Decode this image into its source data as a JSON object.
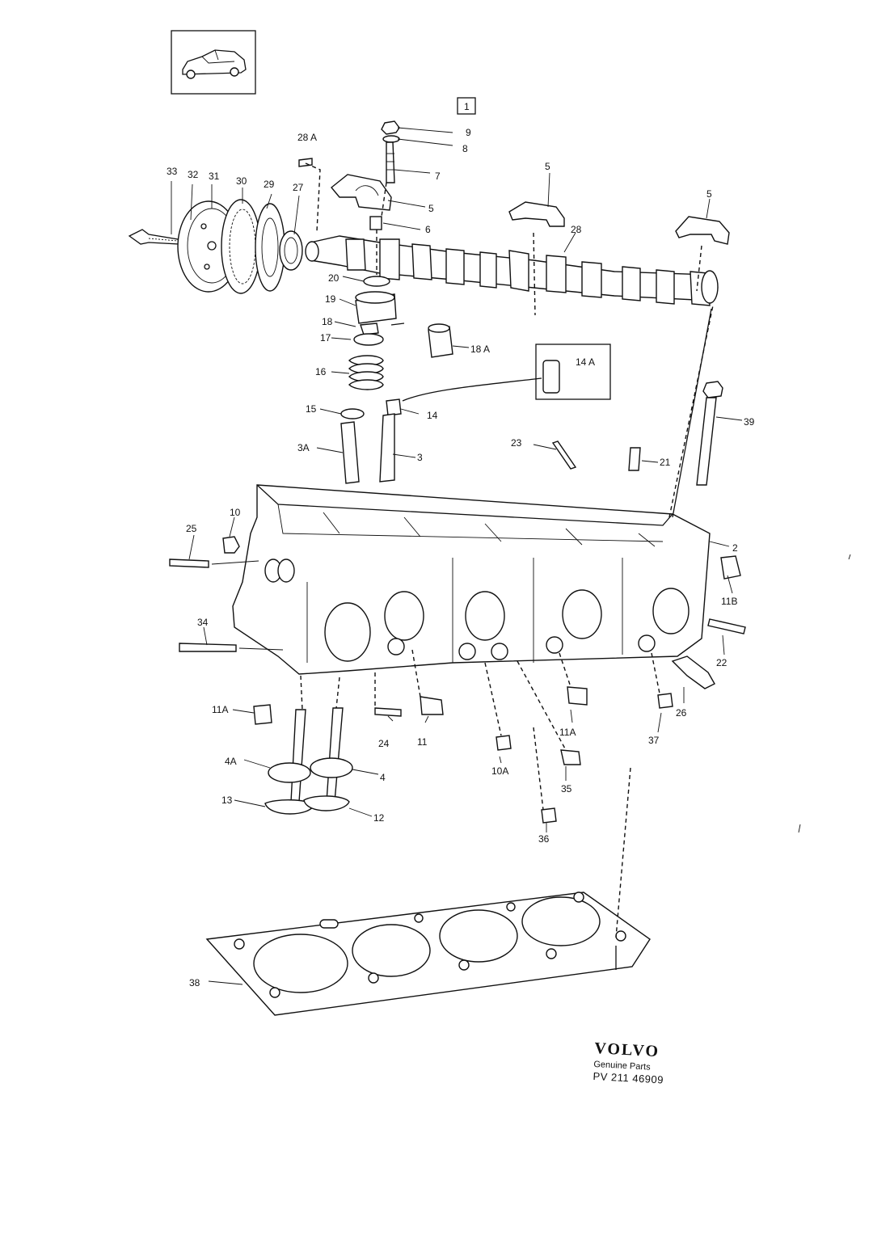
{
  "frame_label": "1",
  "inset_label": "14 A",
  "callouts": [
    {
      "id": "c-9",
      "text": "9"
    },
    {
      "id": "c-8",
      "text": "8"
    },
    {
      "id": "c-7",
      "text": "7"
    },
    {
      "id": "c-28A",
      "text": "28 A"
    },
    {
      "id": "c-33",
      "text": "33"
    },
    {
      "id": "c-32",
      "text": "32"
    },
    {
      "id": "c-31",
      "text": "31"
    },
    {
      "id": "c-30",
      "text": "30"
    },
    {
      "id": "c-29",
      "text": "29"
    },
    {
      "id": "c-27",
      "text": "27"
    },
    {
      "id": "c-5a",
      "text": "5"
    },
    {
      "id": "c-5b",
      "text": "5"
    },
    {
      "id": "c-5c",
      "text": "5"
    },
    {
      "id": "c-6",
      "text": "6"
    },
    {
      "id": "c-28",
      "text": "28"
    },
    {
      "id": "c-20",
      "text": "20"
    },
    {
      "id": "c-19",
      "text": "19"
    },
    {
      "id": "c-18",
      "text": "18"
    },
    {
      "id": "c-18A",
      "text": "18 A"
    },
    {
      "id": "c-17",
      "text": "17"
    },
    {
      "id": "c-16",
      "text": "16"
    },
    {
      "id": "c-15",
      "text": "15"
    },
    {
      "id": "c-14",
      "text": "14"
    },
    {
      "id": "c-3A",
      "text": "3A"
    },
    {
      "id": "c-3",
      "text": "3"
    },
    {
      "id": "c-39",
      "text": "39"
    },
    {
      "id": "c-23",
      "text": "23"
    },
    {
      "id": "c-21",
      "text": "21"
    },
    {
      "id": "c-2",
      "text": "2"
    },
    {
      "id": "c-10",
      "text": "10"
    },
    {
      "id": "c-25",
      "text": "25"
    },
    {
      "id": "c-11B",
      "text": "11B"
    },
    {
      "id": "c-34",
      "text": "34"
    },
    {
      "id": "c-22",
      "text": "22"
    },
    {
      "id": "c-26",
      "text": "26"
    },
    {
      "id": "c-11A-left",
      "text": "11A"
    },
    {
      "id": "c-24",
      "text": "24"
    },
    {
      "id": "c-11",
      "text": "11"
    },
    {
      "id": "c-11A-right",
      "text": "11A"
    },
    {
      "id": "c-37",
      "text": "37"
    },
    {
      "id": "c-4A",
      "text": "4A"
    },
    {
      "id": "c-4",
      "text": "4"
    },
    {
      "id": "c-10A",
      "text": "10A"
    },
    {
      "id": "c-35",
      "text": "35"
    },
    {
      "id": "c-13",
      "text": "13"
    },
    {
      "id": "c-12",
      "text": "12"
    },
    {
      "id": "c-36",
      "text": "36"
    },
    {
      "id": "c-38",
      "text": "38"
    }
  ],
  "brand": {
    "name": "VOLVO",
    "tagline": "Genuine Parts",
    "code": "PV 211 46909"
  },
  "icons": {
    "vehicle": "car-sedan-icon"
  }
}
